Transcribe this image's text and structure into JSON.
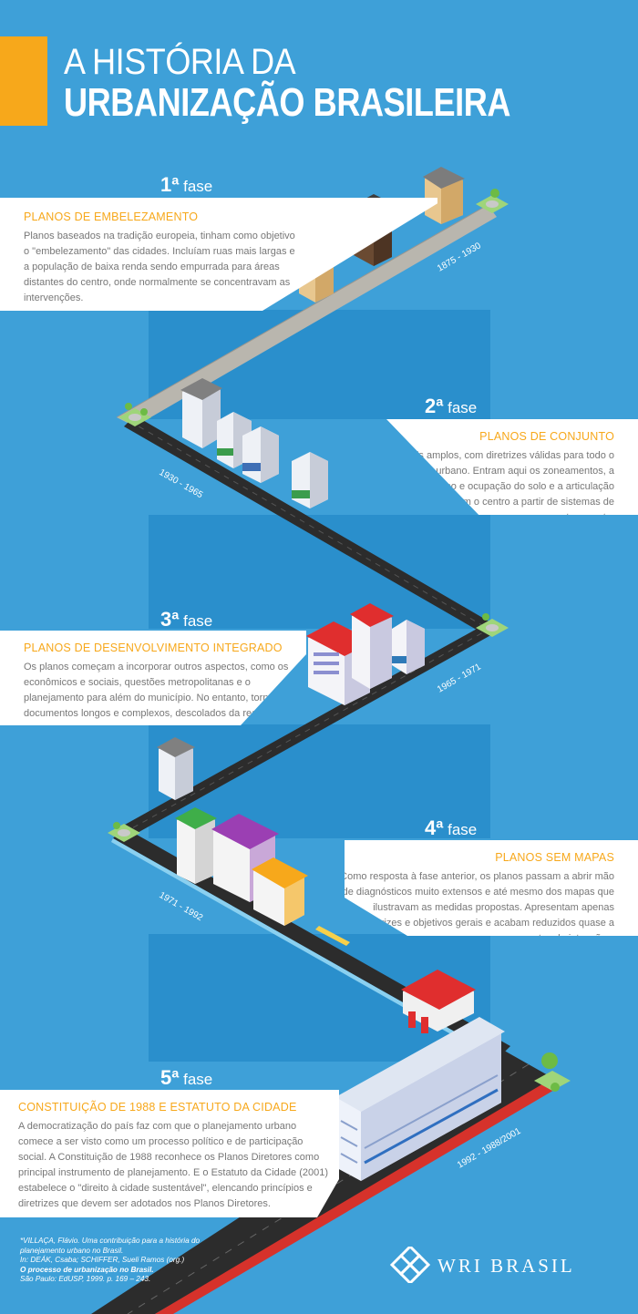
{
  "header": {
    "title_line1": "A HISTÓRIA DA",
    "title_line2": "URBANIZAÇÃO BRASILEIRA"
  },
  "phases": [
    {
      "number": "1ª",
      "label": "fase",
      "title": "PLANOS DE EMBELEZAMENTO",
      "text": "Planos baseados na tradição europeia, tinham como objetivo o \"embelezamento\" das cidades. Incluíam ruas mais largas e a população de baixa renda sendo empurrada para áreas distantes do centro, onde normalmente se concentravam as intervenções.",
      "period": "1875 - 1930"
    },
    {
      "number": "2ª",
      "label": "fase",
      "title": "PLANOS DE CONJUNTO",
      "text": "Planos mais amplos, com diretrizes válidas para todo o território urbano. Entram aqui os zoneamentos, a legislação sobre uso e ocupação do solo e a articulação dos bairros com o centro a partir de sistemas de transporte.",
      "period": "1930 - 1965"
    },
    {
      "number": "3ª",
      "label": "fase",
      "title": "PLANOS DE DESENVOLVIMENTO INTEGRADO",
      "text": "Os planos começam a incorporar outros aspectos, como os econômicos e sociais, questões metropolitanas e o planejamento para além do município. No entanto, tornam-se documentos longos e complexos, descolados da realidade.",
      "period": "1965 - 1971"
    },
    {
      "number": "4ª",
      "label": "fase",
      "title": "PLANOS SEM MAPAS",
      "text": "Como resposta à fase anterior, os planos passam a abrir mão de diagnósticos muito extensos e até mesmo dos mapas que ilustravam as medidas propostas. Apresentam apenas diretrizes e objetivos gerais e acabam reduzidos quase a cartas de intenções.",
      "period": "1971 - 1992"
    },
    {
      "number": "5ª",
      "label": "fase",
      "title": "CONSTITUIÇÃO DE 1988 E ESTATUTO DA CIDADE",
      "text": "A democratização do país faz com que o planejamento urbano comece a ser visto como um processo político e de participação social. A Constituição de 1988 reconhece os Planos Diretores como principal instrumento de planejamento. E o Estatuto da Cidade (2001) estabelece o \"direito à cidade sustentável\", elencando princípios e diretrizes que devem ser adotados nos Planos Diretores.",
      "period": "1992 - 1988/2001"
    }
  ],
  "footnote": {
    "line1": "*VILLAÇA, Flávio. Uma contribuição para a história do planejamento urbano no Brasil.",
    "line2": "In: DEÁK, Csaba; SCHIFFER, Sueli Ramos (org.)",
    "line3": "O processo de urbanização no Brasil.",
    "line4": "São Paulo: EdUSP, 1999. p. 169 – 243."
  },
  "logo": {
    "text": "WRI BRASIL"
  },
  "colors": {
    "background": "#3ea0d8",
    "center_band": "#2a8fcc",
    "accent": "#f7a81b",
    "card": "#ffffff",
    "body_text": "#777777"
  }
}
